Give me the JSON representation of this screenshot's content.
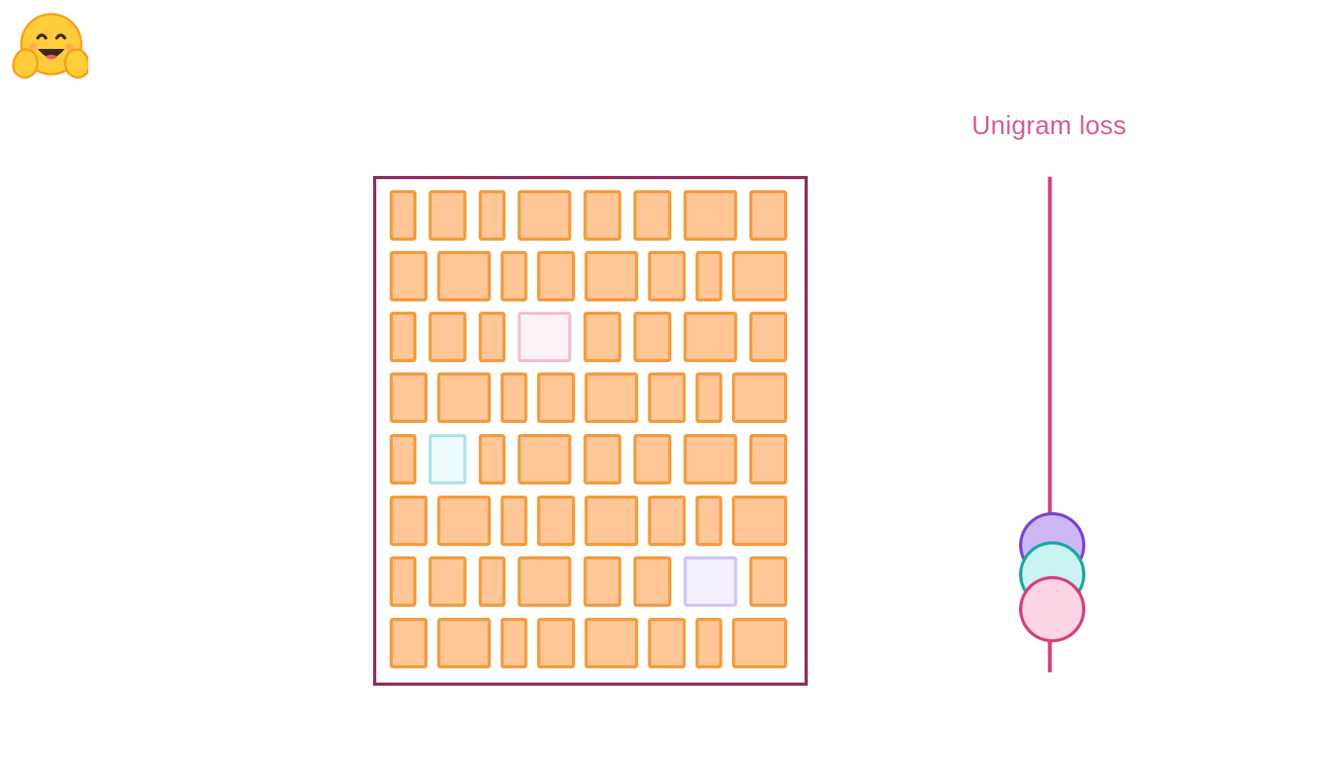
{
  "logo": {
    "icon": "hugging-face-emoji-icon"
  },
  "loss_meter": {
    "title": "Unigram loss",
    "line_color": "#d53f7f",
    "indicators": [
      {
        "name": "purple-circle",
        "fill": "#cdb8f4",
        "stroke": "#7a45d6"
      },
      {
        "name": "teal-circle",
        "fill": "#c9f4f1",
        "stroke": "#1aa8a2"
      },
      {
        "name": "pink-circle",
        "fill": "#fbd5e5",
        "stroke": "#d63f7e"
      }
    ]
  },
  "vocabulary_grid": {
    "frame_color": "#8d2d5f",
    "token_fill": "#ffc797",
    "token_stroke": "#f39c3f",
    "rows": 8,
    "widths_pattern_a": [
      "narrow",
      "wide",
      "narrow",
      "xwide",
      "wide",
      "wide",
      "xwide",
      "wide"
    ],
    "widths_pattern_b": [
      "wide",
      "xwide",
      "narrow",
      "wide",
      "xwide",
      "wide",
      "narrow",
      "xxwide"
    ],
    "highlighted_tokens": [
      {
        "row": 2,
        "col": 3,
        "fill": "#fdf2f7",
        "stroke": "#f1bfd6"
      },
      {
        "row": 4,
        "col": 1,
        "fill": "#eefbfc",
        "stroke": "#aee2e8"
      },
      {
        "row": 6,
        "col": 6,
        "fill": "#f4effd",
        "stroke": "#d3c5f3"
      }
    ]
  }
}
